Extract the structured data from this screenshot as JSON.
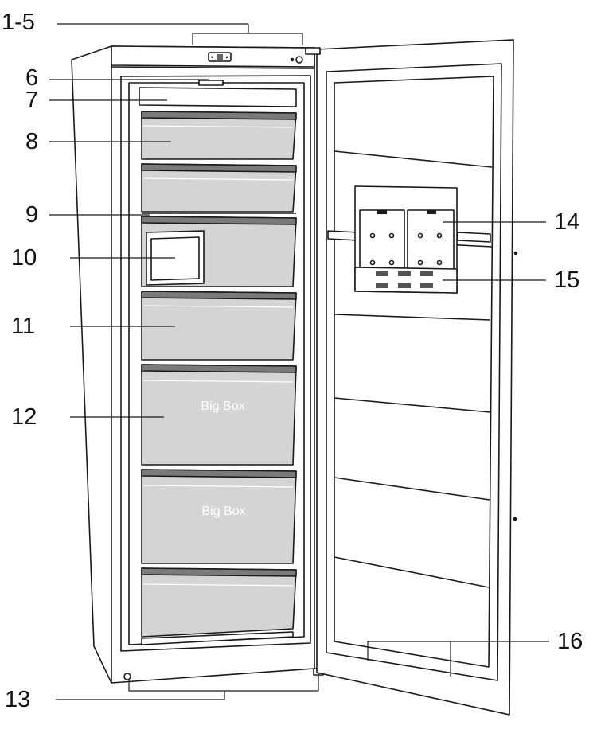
{
  "callouts": {
    "c1_5": "1-5",
    "c6": "6",
    "c7": "7",
    "c8": "8",
    "c9": "9",
    "c10": "10",
    "c11": "11",
    "c12": "12",
    "c13": "13",
    "c14": "14",
    "c15": "15",
    "c16": "16"
  },
  "drawer_labels": {
    "big_box_upper": "Big Box",
    "big_box_lower": "Big Box"
  },
  "colors": {
    "line": "#1a1a1a",
    "drawer_fill": "#d4d4d4",
    "drawer_handle": "#7a7a7a",
    "cabinet_fill": "#ffffff"
  }
}
